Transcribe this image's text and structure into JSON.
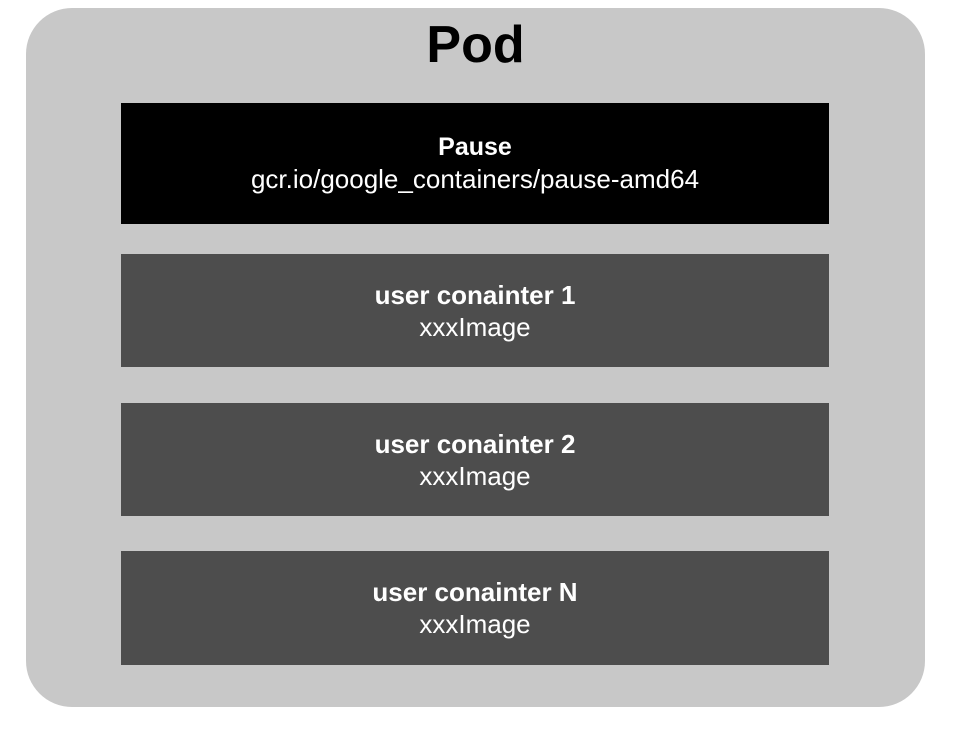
{
  "diagram": {
    "title": "Pod",
    "background_color": "#ffffff",
    "pod_color": "#c8c8c8",
    "pause_color": "#000000",
    "container_color": "#4d4d4d",
    "text_color": "#ffffff",
    "title_color": "#000000",
    "containers": [
      {
        "name": "Pause",
        "image": "gcr.io/google_containers/pause-amd64",
        "kind": "pause"
      },
      {
        "name": "user conainter 1",
        "image": "xxxImage",
        "kind": "user"
      },
      {
        "name": "user conainter 2",
        "image": "xxxImage",
        "kind": "user"
      },
      {
        "name": "user conainter N",
        "image": "xxxImage",
        "kind": "user"
      }
    ]
  }
}
